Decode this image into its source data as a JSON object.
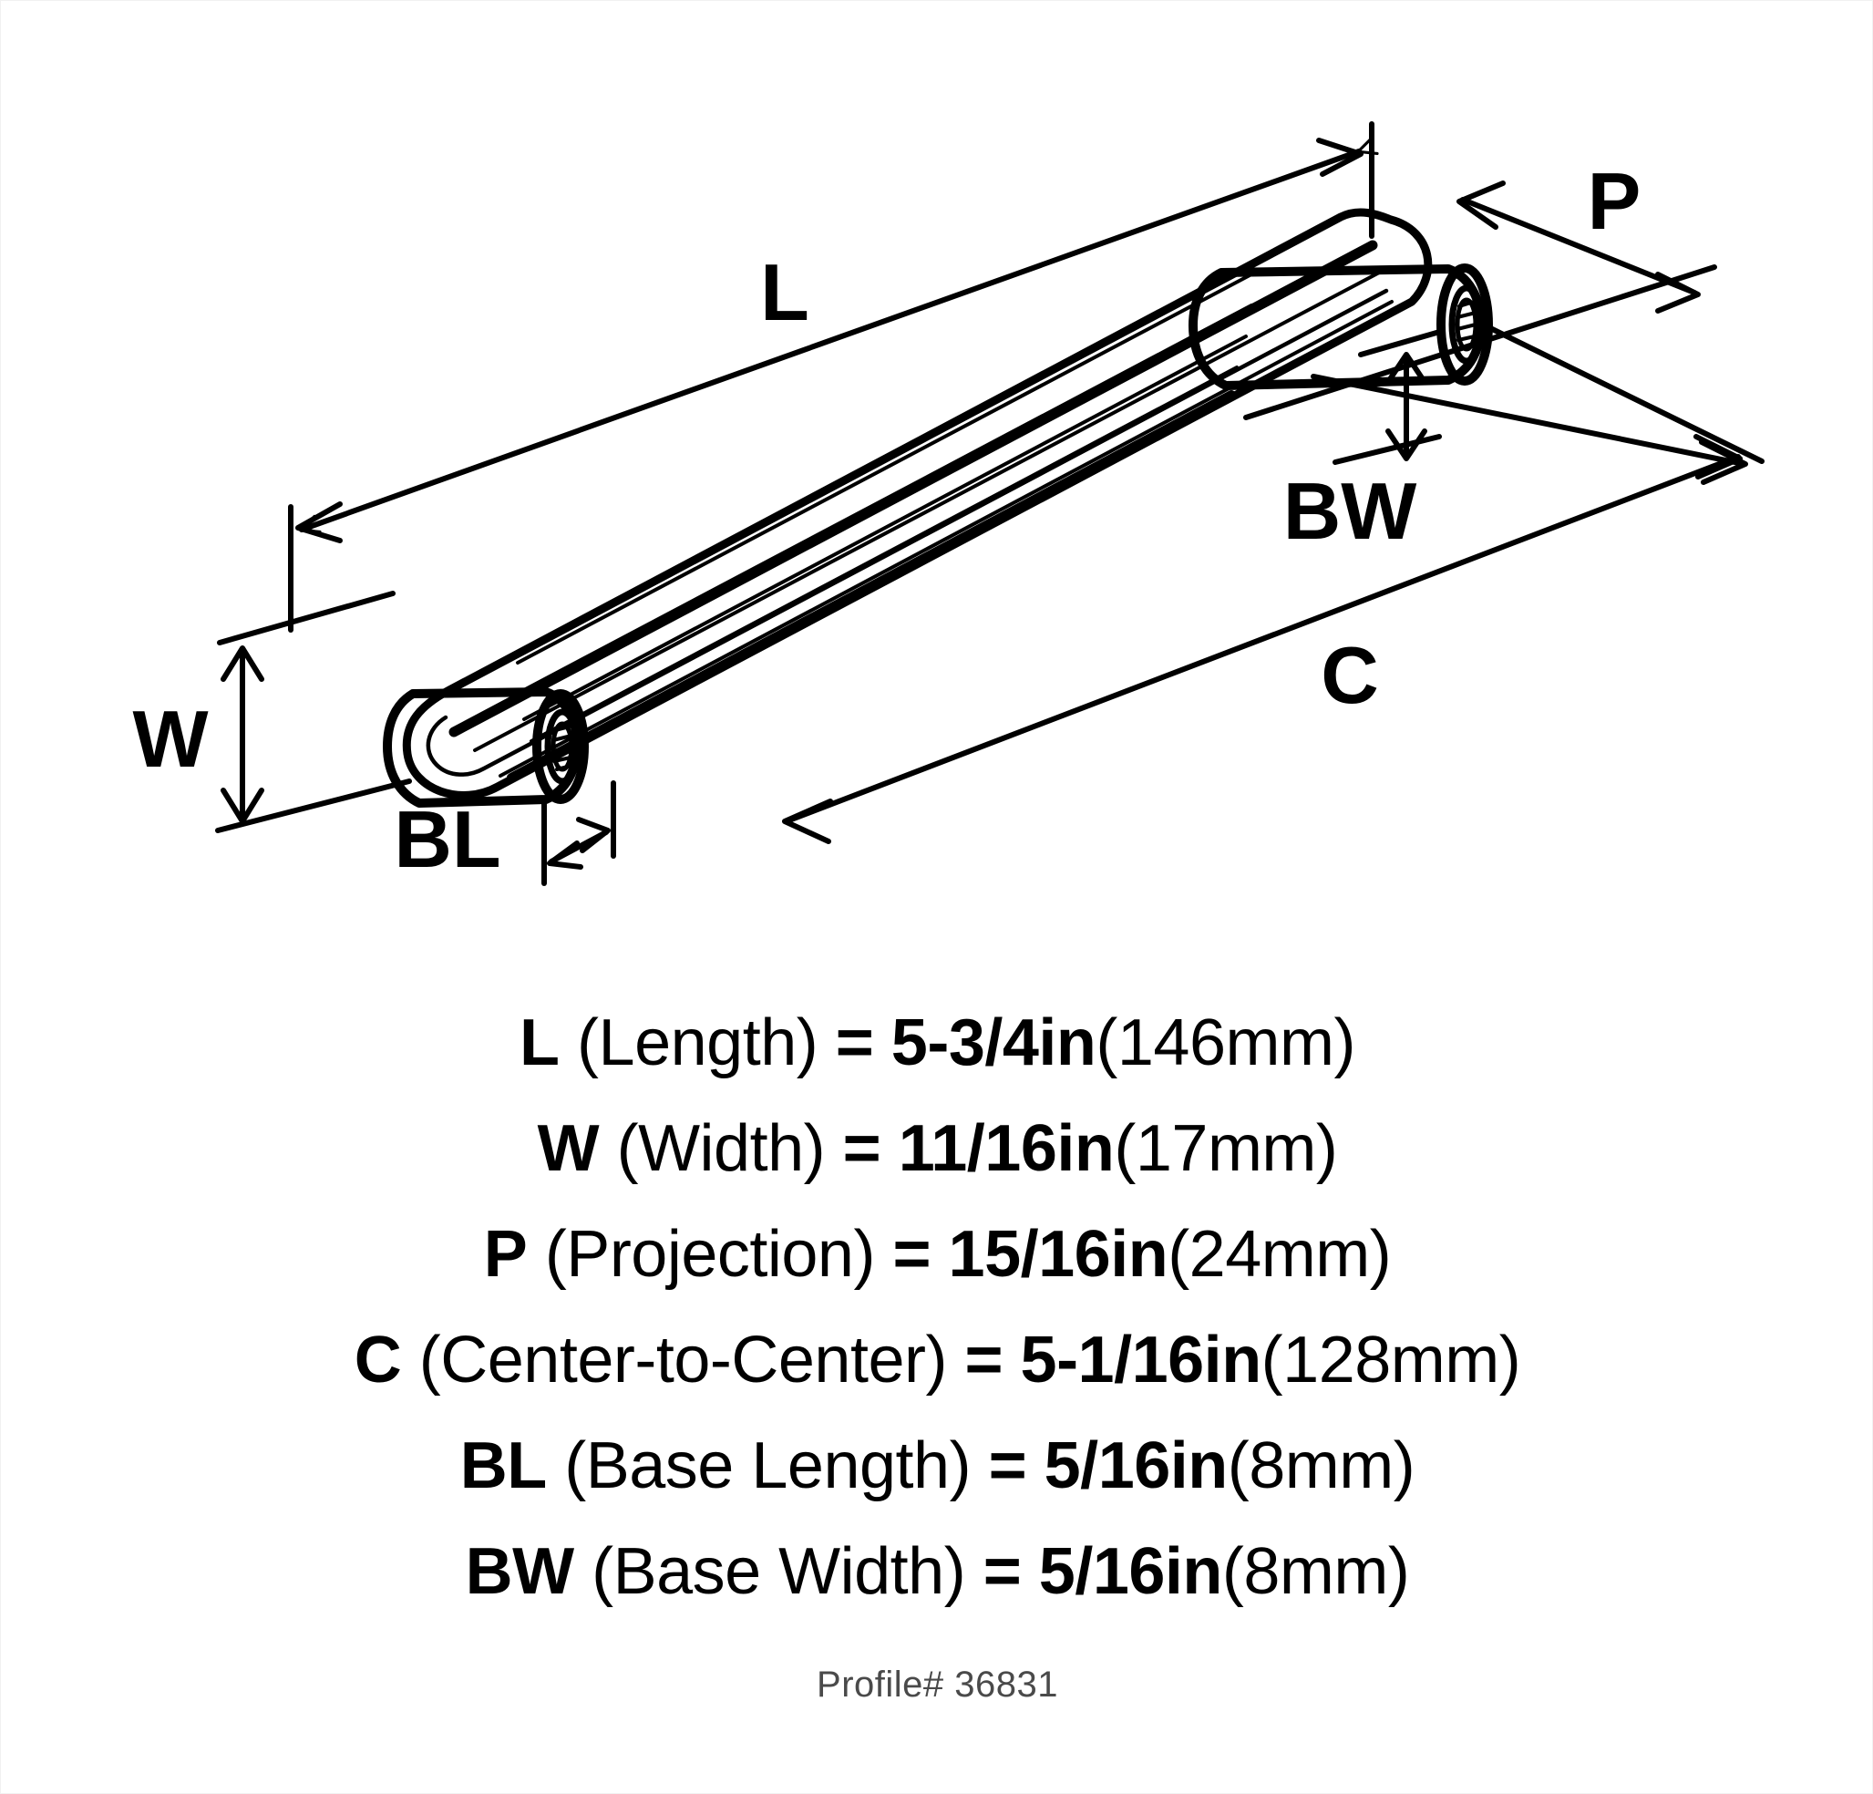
{
  "drawing": {
    "type": "technical-dimension-drawing",
    "product": "cabinet bar pull handle",
    "view": "isometric",
    "callouts": [
      {
        "key": "L",
        "label": "L",
        "position": "top-left-of-bar",
        "dimension": "overall length",
        "arrow": "double-ended-along-bar-axis"
      },
      {
        "key": "P",
        "label": "P",
        "position": "top-right",
        "dimension": "projection",
        "arrow": "double-ended-diagonal"
      },
      {
        "key": "BW",
        "label": "BW",
        "position": "right-center",
        "dimension": "base width",
        "arrow": "double-ended-vertical"
      },
      {
        "key": "C",
        "label": "C",
        "position": "right-lower",
        "dimension": "center-to-center",
        "arrow": "double-ended-along-bar-axis"
      },
      {
        "key": "W",
        "label": "W",
        "position": "left-lower",
        "dimension": "overall width",
        "arrow": "double-ended-vertical"
      },
      {
        "key": "BL",
        "label": "BL",
        "position": "bottom-left-of-post",
        "dimension": "base length",
        "arrow": "double-ended-horizontal-short"
      }
    ],
    "features": {
      "flutes": 6,
      "posts": 2,
      "screw_holes": 2,
      "line_color": "#000000",
      "background": "#ffffff"
    }
  },
  "specs": [
    {
      "code": "L",
      "name": "(Length)",
      "eq": "=",
      "inches": "5-3/4in",
      "mm": "(146mm)"
    },
    {
      "code": "W",
      "name": "(Width)",
      "eq": "=",
      "inches": "11/16in",
      "mm": "(17mm)"
    },
    {
      "code": "P",
      "name": "(Projection)",
      "eq": "=",
      "inches": "15/16in",
      "mm": "(24mm)"
    },
    {
      "code": "C",
      "name": "(Center-to-Center)",
      "eq": "=",
      "inches": "5-1/16in",
      "mm": "(128mm)"
    },
    {
      "code": "BL",
      "name": "(Base Length)",
      "eq": "=",
      "inches": "5/16in",
      "mm": "(8mm)"
    },
    {
      "code": "BW",
      "name": "(Base Width)",
      "eq": "=",
      "inches": "5/16in",
      "mm": "(8mm)"
    }
  ],
  "profile": {
    "text": "Profile# 36831"
  }
}
